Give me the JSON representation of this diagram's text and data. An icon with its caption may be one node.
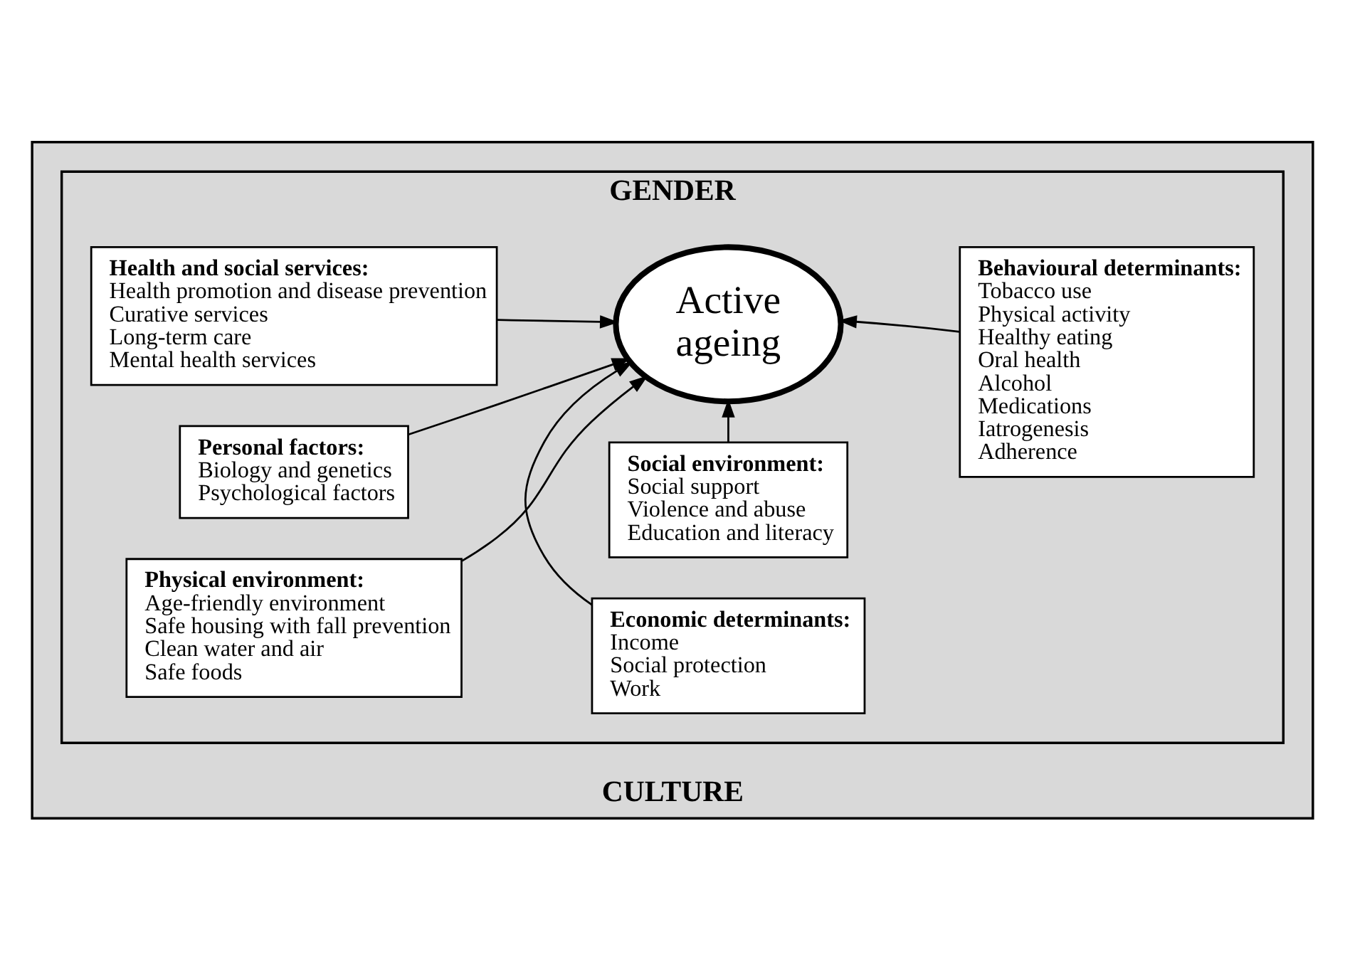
{
  "diagram": {
    "nodes": [
      {
        "text": [
          "CULTURE"
        ]
      },
      {
        "text": [
          "GENDER"
        ],
        "in": 0
      },
      {
        "text": [
          "Health and social services:",
          "Health promotion and disease prevention",
          "Curative services",
          "Long-term care",
          "Mental health services"
        ],
        "in": 1
      },
      {
        "text": [
          "Social environment:",
          "Social support",
          "Violence and abuse",
          "Education and literacy"
        ],
        "in": 1
      },
      {
        "text": [
          "Behavioural determinants:",
          "Tobacco use",
          "Physical activity",
          "Healthy eating",
          "Oral health",
          "Alcohol",
          "Medications",
          "Iatrogenesis",
          "Adherence"
        ],
        "in": 1
      },
      {
        "text": [
          "Personal factors:",
          "Biology and genetics",
          "Psychological factors"
        ],
        "in": 1
      },
      {
        "text": [
          "Active ageing"
        ],
        "in": 1
      },
      {
        "text": [
          "Physical environment:",
          "Age-friendly environment",
          "Safe housing with fall prevention",
          "Clean water and air",
          "Safe foods"
        ],
        "in": 1
      },
      {
        "text": [
          "Economic determinants:",
          "Income",
          "Social protection",
          "Work"
        ],
        "in": 1
      }
    ],
    "edges": [
      {
        "from": 2,
        "to": 6,
        "arrow": "to"
      },
      {
        "from": 3,
        "to": 6,
        "arrow": "to"
      },
      {
        "from": 4,
        "to": 6,
        "arrow": "to"
      },
      {
        "from": 5,
        "to": 6,
        "arrow": "to"
      },
      {
        "from": 7,
        "to": 6,
        "arrow": "to"
      },
      {
        "from": 8,
        "to": 6,
        "arrow": "to"
      }
    ]
  }
}
